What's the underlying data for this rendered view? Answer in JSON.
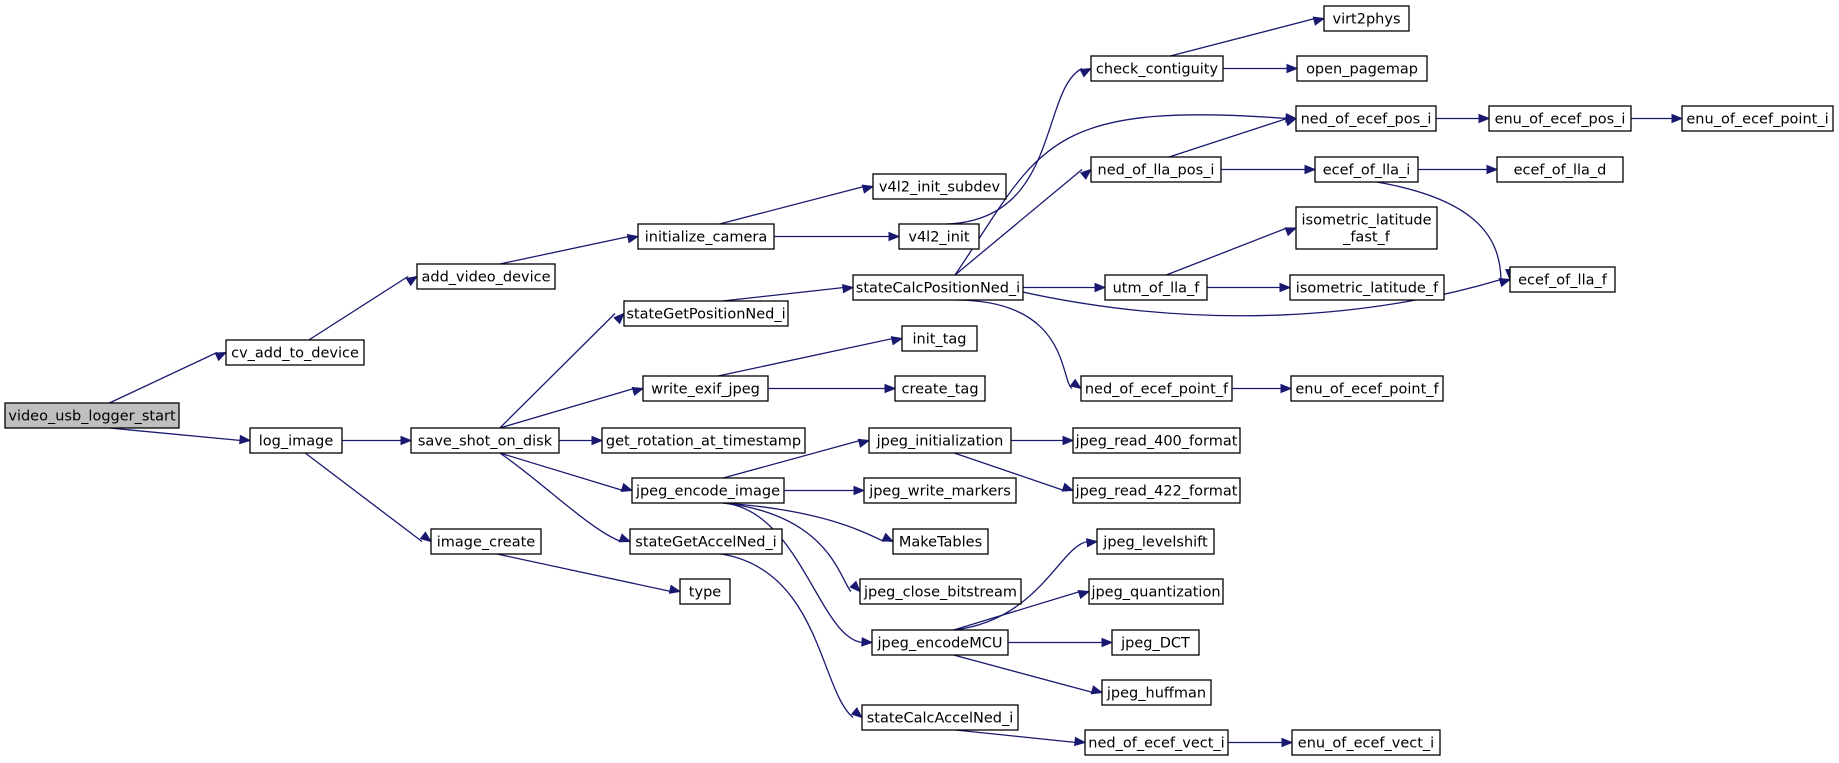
{
  "title": "",
  "colors": {
    "edge": "#191970",
    "root_fill": "#bfbfbf",
    "node_fill": "#ffffff",
    "node_border": "#000000"
  },
  "nodes": [
    {
      "id": "video_usb_logger_start",
      "label": "video_usb_logger_start",
      "root": true
    },
    {
      "id": "cv_add_to_device",
      "label": "cv_add_to_device"
    },
    {
      "id": "add_video_device",
      "label": "add_video_device"
    },
    {
      "id": "initialize_camera",
      "label": "initialize_camera"
    },
    {
      "id": "v4l2_init_subdev",
      "label": "v4l2_init_subdev"
    },
    {
      "id": "v4l2_init",
      "label": "v4l2_init"
    },
    {
      "id": "check_contiguity",
      "label": "check_contiguity"
    },
    {
      "id": "virt2phys",
      "label": "virt2phys"
    },
    {
      "id": "open_pagemap",
      "label": "open_pagemap"
    },
    {
      "id": "log_image",
      "label": "log_image"
    },
    {
      "id": "save_shot_on_disk",
      "label": "save_shot_on_disk"
    },
    {
      "id": "image_create",
      "label": "image_create"
    },
    {
      "id": "type",
      "label": "type"
    },
    {
      "id": "stateGetPositionNed_i",
      "label": "stateGetPositionNed_i"
    },
    {
      "id": "stateCalcPositionNed_i",
      "label": "stateCalcPositionNed_i"
    },
    {
      "id": "ned_of_ecef_pos_i",
      "label": "ned_of_ecef_pos_i"
    },
    {
      "id": "enu_of_ecef_pos_i",
      "label": "enu_of_ecef_pos_i"
    },
    {
      "id": "enu_of_ecef_point_i",
      "label": "enu_of_ecef_point_i"
    },
    {
      "id": "ned_of_lla_pos_i",
      "label": "ned_of_lla_pos_i"
    },
    {
      "id": "ecef_of_lla_i",
      "label": "ecef_of_lla_i"
    },
    {
      "id": "ecef_of_lla_d",
      "label": "ecef_of_lla_d"
    },
    {
      "id": "ecef_of_lla_f",
      "label": "ecef_of_lla_f"
    },
    {
      "id": "isometric_latitude_fast_f",
      "label": "isometric_latitude\n_fast_f"
    },
    {
      "id": "utm_of_lla_f",
      "label": "utm_of_lla_f"
    },
    {
      "id": "isometric_latitude_f",
      "label": "isometric_latitude_f"
    },
    {
      "id": "ned_of_ecef_point_f",
      "label": "ned_of_ecef_point_f"
    },
    {
      "id": "enu_of_ecef_point_f",
      "label": "enu_of_ecef_point_f"
    },
    {
      "id": "write_exif_jpeg",
      "label": "write_exif_jpeg"
    },
    {
      "id": "init_tag",
      "label": "init_tag"
    },
    {
      "id": "create_tag",
      "label": "create_tag"
    },
    {
      "id": "get_rotation_at_timestamp",
      "label": "get_rotation_at_timestamp"
    },
    {
      "id": "jpeg_encode_image",
      "label": "jpeg_encode_image"
    },
    {
      "id": "jpeg_initialization",
      "label": "jpeg_initialization"
    },
    {
      "id": "jpeg_read_400_format",
      "label": "jpeg_read_400_format"
    },
    {
      "id": "jpeg_read_422_format",
      "label": "jpeg_read_422_format"
    },
    {
      "id": "jpeg_write_markers",
      "label": "jpeg_write_markers"
    },
    {
      "id": "MakeTables",
      "label": "MakeTables"
    },
    {
      "id": "jpeg_close_bitstream",
      "label": "jpeg_close_bitstream"
    },
    {
      "id": "jpeg_encodeMCU",
      "label": "jpeg_encodeMCU"
    },
    {
      "id": "jpeg_levelshift",
      "label": "jpeg_levelshift"
    },
    {
      "id": "jpeg_quantization",
      "label": "jpeg_quantization"
    },
    {
      "id": "jpeg_DCT",
      "label": "jpeg_DCT"
    },
    {
      "id": "jpeg_huffman",
      "label": "jpeg_huffman"
    },
    {
      "id": "stateGetAccelNed_i",
      "label": "stateGetAccelNed_i"
    },
    {
      "id": "stateCalcAccelNed_i",
      "label": "stateCalcAccelNed_i"
    },
    {
      "id": "ned_of_ecef_vect_i",
      "label": "ned_of_ecef_vect_i"
    },
    {
      "id": "enu_of_ecef_vect_i",
      "label": "enu_of_ecef_vect_i"
    }
  ],
  "edges": [
    [
      "video_usb_logger_start",
      "cv_add_to_device"
    ],
    [
      "video_usb_logger_start",
      "log_image"
    ],
    [
      "cv_add_to_device",
      "add_video_device"
    ],
    [
      "add_video_device",
      "initialize_camera"
    ],
    [
      "initialize_camera",
      "v4l2_init_subdev"
    ],
    [
      "initialize_camera",
      "v4l2_init"
    ],
    [
      "v4l2_init",
      "check_contiguity"
    ],
    [
      "check_contiguity",
      "virt2phys"
    ],
    [
      "check_contiguity",
      "open_pagemap"
    ],
    [
      "log_image",
      "save_shot_on_disk"
    ],
    [
      "log_image",
      "image_create"
    ],
    [
      "image_create",
      "type"
    ],
    [
      "save_shot_on_disk",
      "stateGetPositionNed_i"
    ],
    [
      "save_shot_on_disk",
      "write_exif_jpeg"
    ],
    [
      "save_shot_on_disk",
      "get_rotation_at_timestamp"
    ],
    [
      "save_shot_on_disk",
      "jpeg_encode_image"
    ],
    [
      "save_shot_on_disk",
      "stateGetAccelNed_i"
    ],
    [
      "stateGetPositionNed_i",
      "stateCalcPositionNed_i"
    ],
    [
      "stateCalcPositionNed_i",
      "ned_of_ecef_pos_i"
    ],
    [
      "stateCalcPositionNed_i",
      "ned_of_lla_pos_i"
    ],
    [
      "stateCalcPositionNed_i",
      "utm_of_lla_f"
    ],
    [
      "stateCalcPositionNed_i",
      "ecef_of_lla_f"
    ],
    [
      "stateCalcPositionNed_i",
      "ned_of_ecef_point_f"
    ],
    [
      "ned_of_ecef_pos_i",
      "enu_of_ecef_pos_i"
    ],
    [
      "enu_of_ecef_pos_i",
      "enu_of_ecef_point_i"
    ],
    [
      "ned_of_lla_pos_i",
      "ned_of_ecef_pos_i"
    ],
    [
      "ned_of_lla_pos_i",
      "ecef_of_lla_i"
    ],
    [
      "ecef_of_lla_i",
      "ecef_of_lla_d"
    ],
    [
      "ecef_of_lla_i",
      "ecef_of_lla_f"
    ],
    [
      "utm_of_lla_f",
      "isometric_latitude_fast_f"
    ],
    [
      "utm_of_lla_f",
      "isometric_latitude_f"
    ],
    [
      "ned_of_ecef_point_f",
      "enu_of_ecef_point_f"
    ],
    [
      "write_exif_jpeg",
      "init_tag"
    ],
    [
      "write_exif_jpeg",
      "create_tag"
    ],
    [
      "jpeg_encode_image",
      "jpeg_initialization"
    ],
    [
      "jpeg_encode_image",
      "jpeg_write_markers"
    ],
    [
      "jpeg_encode_image",
      "MakeTables"
    ],
    [
      "jpeg_encode_image",
      "jpeg_close_bitstream"
    ],
    [
      "jpeg_encode_image",
      "jpeg_encodeMCU"
    ],
    [
      "jpeg_initialization",
      "jpeg_read_400_format"
    ],
    [
      "jpeg_initialization",
      "jpeg_read_422_format"
    ],
    [
      "jpeg_encodeMCU",
      "jpeg_levelshift"
    ],
    [
      "jpeg_encodeMCU",
      "jpeg_quantization"
    ],
    [
      "jpeg_encodeMCU",
      "jpeg_DCT"
    ],
    [
      "jpeg_encodeMCU",
      "jpeg_huffman"
    ],
    [
      "stateGetAccelNed_i",
      "stateCalcAccelNed_i"
    ],
    [
      "stateCalcAccelNed_i",
      "ned_of_ecef_vect_i"
    ],
    [
      "ned_of_ecef_vect_i",
      "enu_of_ecef_vect_i"
    ]
  ]
}
